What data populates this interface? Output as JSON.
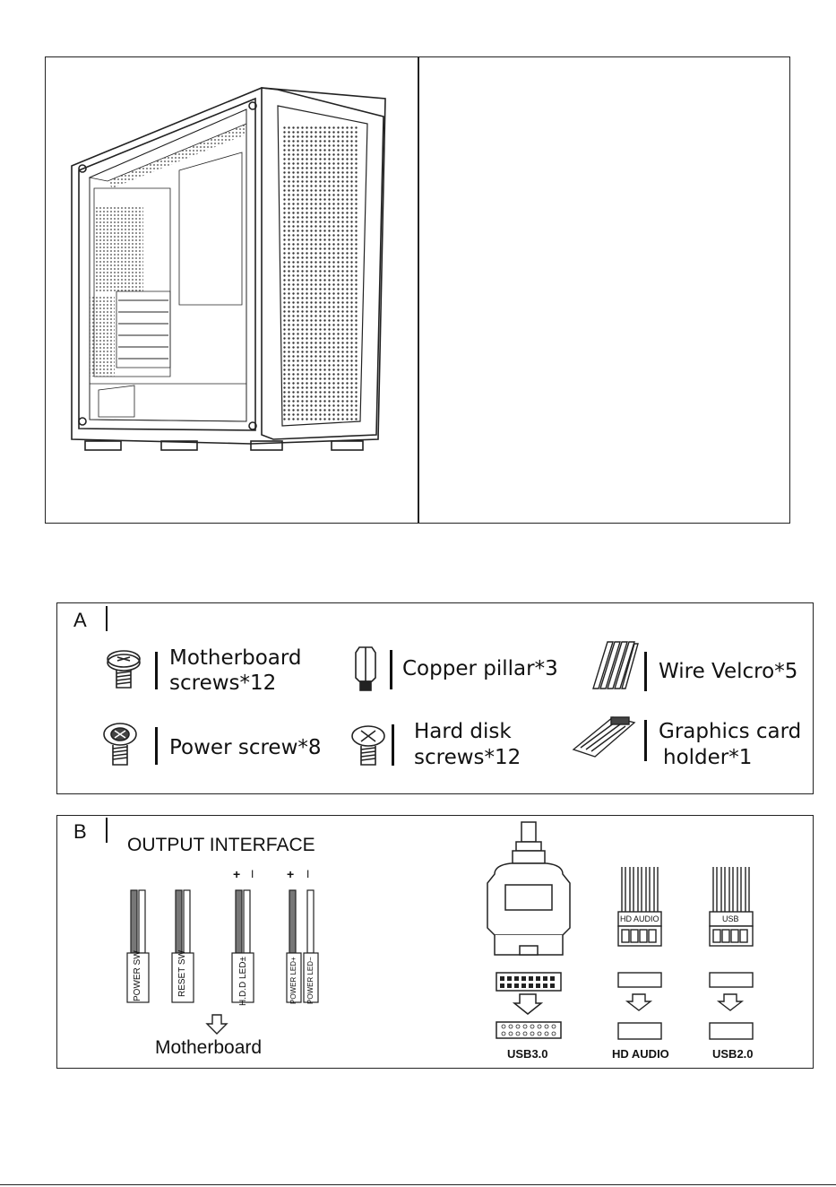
{
  "section_a": {
    "letter": "A",
    "items": [
      {
        "line1": "Motherboard",
        "line2": "screws*12"
      },
      {
        "line1": "Copper pillar*3",
        "line2": ""
      },
      {
        "line1": "Wire Velcro*5",
        "line2": ""
      },
      {
        "line1": "Power screw*8",
        "line2": ""
      },
      {
        "line1": "Hard disk",
        "line2": "screws*12"
      },
      {
        "line1": "Graphics card",
        "line2": "holder*1"
      }
    ]
  },
  "section_b": {
    "letter": "B",
    "title": "OUTPUT INTERFACE",
    "wires": [
      "POWER SW",
      "RESET SW",
      "H.D.D LED±",
      "POWER LED+",
      "POWER LED−"
    ],
    "polarity": {
      "plus": "+",
      "minus": "I"
    },
    "motherboard_label": "Motherboard",
    "connectors": [
      {
        "plug_label": "",
        "name": "USB3.0"
      },
      {
        "plug_label": "HD AUDIO",
        "name": "HD AUDIO"
      },
      {
        "plug_label": "USB",
        "name": "USB2.0"
      }
    ]
  }
}
